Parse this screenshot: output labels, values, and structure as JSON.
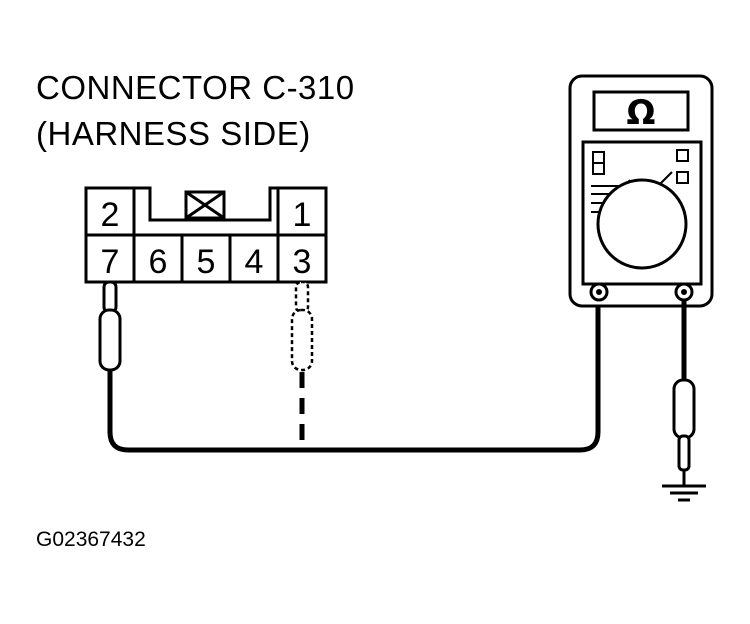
{
  "title": {
    "line1": "CONNECTOR C-310",
    "line2": "(HARNESS SIDE)"
  },
  "connector": {
    "top_pins": [
      "2",
      "1"
    ],
    "bottom_pins": [
      "7",
      "6",
      "5",
      "4",
      "3"
    ]
  },
  "meter": {
    "unit_symbol": "Ω"
  },
  "figure_id": "G02367432",
  "colors": {
    "line": "#000000",
    "background": "#ffffff"
  },
  "icons": [
    "ohmmeter-icon",
    "ground-symbol-icon",
    "probe-icon",
    "lock-tab-icon"
  ]
}
